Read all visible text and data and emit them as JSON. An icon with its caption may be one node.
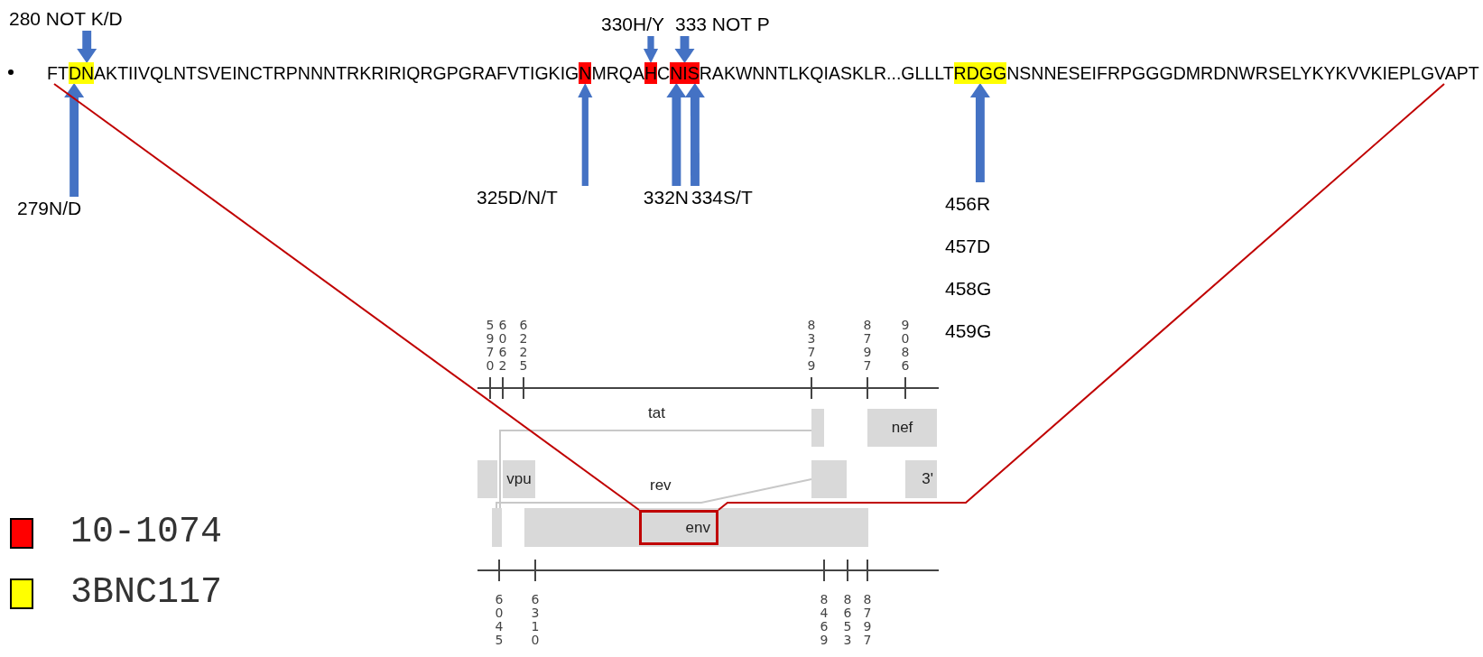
{
  "diagram": {
    "nodes": [
      {
        "text": [
          "280 NOT K/D"
        ]
      },
      {
        "text": [
          "330H/Y"
        ]
      },
      {
        "text": [
          "333 NOT P"
        ]
      },
      {
        "text": [
          "FT",
          "AKTIIVQLNTSVEINCTRPNNNTRKRIRIQRGPGRAFVTIGKIG",
          "MRQA",
          "C",
          "RAKWNNTLKQIASKLR...GLLLT",
          "NSNNESEIFRPGGGDMRDNWRSELYKYKVVKIEPLGVAPT"
        ]
      },
      {
        "text": [
          "DN"
        ],
        "in": 3
      },
      {
        "text": [
          "N"
        ],
        "in": 3
      },
      {
        "text": [
          "H"
        ],
        "in": 3
      },
      {
        "text": [
          "NIS"
        ],
        "in": 3
      },
      {
        "text": [
          "RDGG"
        ],
        "in": 3
      },
      {
        "text": [
          "279N/D"
        ]
      },
      {
        "text": [
          "325D/N/T"
        ]
      },
      {
        "text": [
          "332N"
        ]
      },
      {
        "text": [
          "456R",
          "457D",
          "458G",
          "459G"
        ]
      },
      {
        "text": [
          "334S/T"
        ]
      },
      {
        "text": [],
        "shape": "box"
      },
      {
        "text": [
          "nef"
        ]
      },
      {
        "text": [],
        "shape": "box"
      },
      {
        "text": [
          "vpu"
        ]
      },
      {
        "text": [],
        "shape": "box"
      },
      {
        "text": [
          "3'"
        ]
      },
      {
        "text": [],
        "shape": "box"
      },
      {
        "text": [],
        "shape": "box"
      },
      {
        "text": [
          "env"
        ],
        "in": 21
      }
    ],
    "edges": [
      {
        "from": 0,
        "to": 4,
        "arrow": "to"
      },
      {
        "from": 1,
        "to": 6,
        "arrow": "to"
      },
      {
        "from": 2,
        "to": 7,
        "arrow": "to"
      },
      {
        "from": 9,
        "to": 4,
        "arrow": "to"
      },
      {
        "from": 10,
        "to": 5,
        "arrow": "to"
      },
      {
        "from": 11,
        "to": 7,
        "arrow": "to"
      },
      {
        "from": 13,
        "to": 7,
        "arrow": "to"
      },
      {
        "from": 12,
        "to": 8,
        "arrow": "to"
      },
      {
        "from": 20,
        "to": 14,
        "arrow": "none",
        "color": "#c8c8c8"
      },
      {
        "from": 20,
        "to": 18,
        "arrow": "none",
        "color": "#c8c8c8"
      },
      {
        "from": 22,
        "to": 3,
        "arrow": "none",
        "color": "#c00000"
      },
      {
        "from": 22,
        "to": 3,
        "arrow": "none",
        "color": "#c00000"
      }
    ],
    "labels": [
      "5970",
      "6062",
      "6225",
      "8379",
      "8797",
      "9086",
      "tat",
      "rev",
      "6045",
      "6310",
      "8469",
      "8653",
      "8797"
    ],
    "legend": [
      {
        "text": "10-1074",
        "color": "#ff0000"
      },
      {
        "text": "3BNC117",
        "color": "#ffff00"
      }
    ]
  }
}
